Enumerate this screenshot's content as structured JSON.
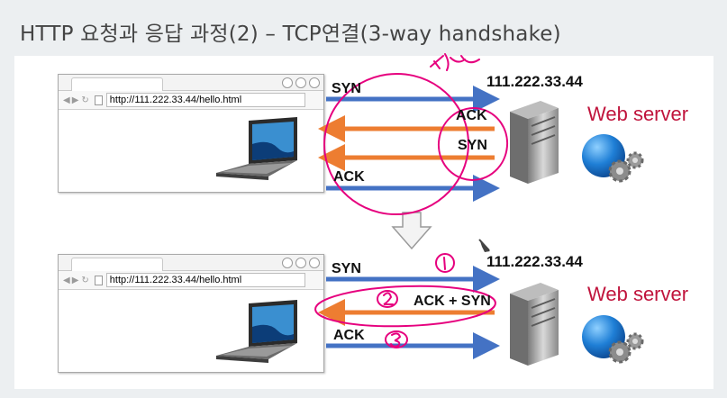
{
  "title": "HTTP 요청과 응답 과정(2) – TCP연결(3-way handshake)",
  "top": {
    "url": "http://111.222.33.44/hello.html",
    "ip": "111.222.33.44",
    "server_label": "Web server",
    "msg_syn": "SYN",
    "msg_ack_reply": "ACK",
    "msg_syn_reply": "SYN",
    "msg_ack_final": "ACK"
  },
  "bottom": {
    "url": "http://111.222.33.44/hello.html",
    "ip": "111.222.33.44",
    "server_label": "Web server",
    "msg_syn": "SYN",
    "msg_ack_syn": "ACK + SYN",
    "msg_ack": "ACK"
  },
  "colors": {
    "forward_arrow": "#4472c4",
    "backward_arrow": "#ed7d31",
    "annotation": "#e6007e",
    "server_label": "#c0143c"
  }
}
